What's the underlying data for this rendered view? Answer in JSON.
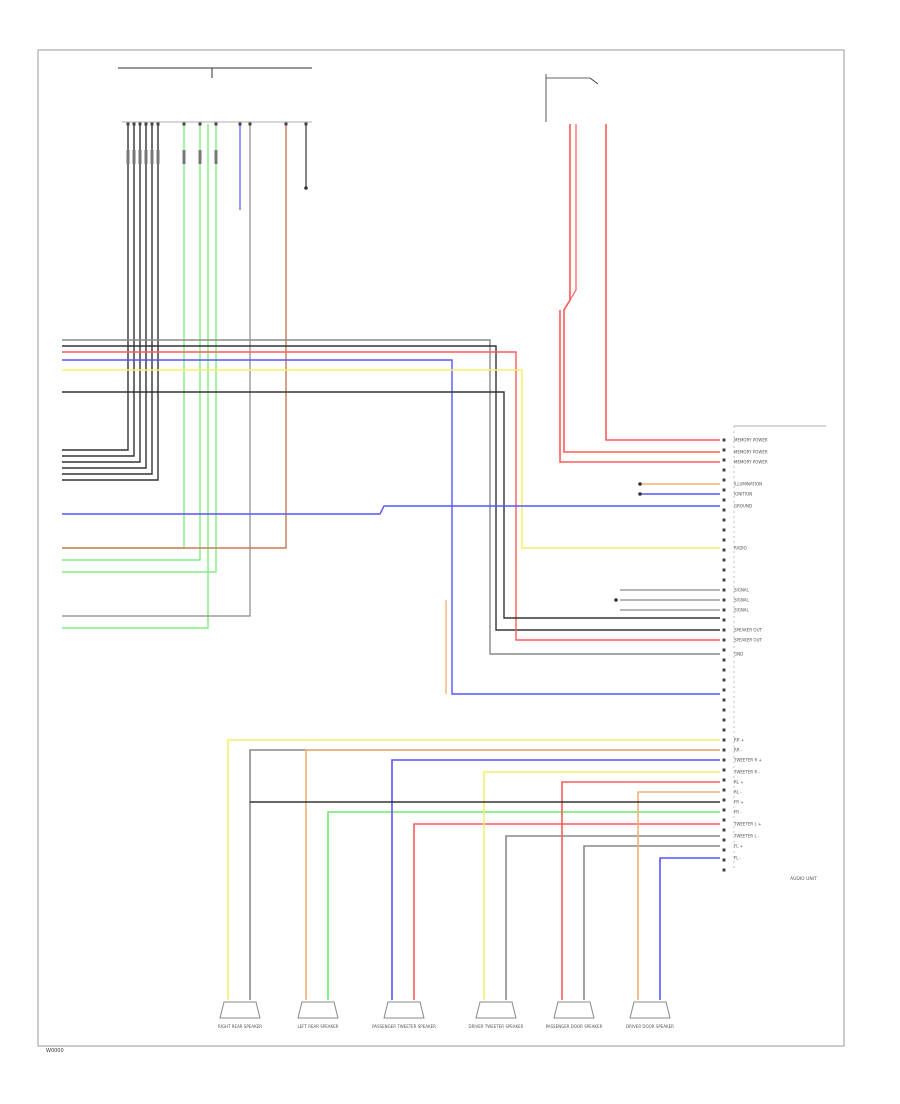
{
  "colors": {
    "black": "#333333",
    "gray": "#8a8a8a",
    "red": "#ff5a5a",
    "blue": "#5555ff",
    "yellow": "#f5f06a",
    "green": "#6ee86e",
    "orange": "#f4b07a",
    "brown": "#c87b55",
    "violet": "#9b6fd0",
    "frame": "#9a9a9a"
  },
  "footer": {
    "code": "W0000"
  },
  "speakers": [
    {
      "label": "RIGHT REAR SPEAKER"
    },
    {
      "label": "LEFT REAR SPEAKER"
    },
    {
      "label": "PASSENGER TWEETER SPEAKER"
    },
    {
      "label": "DRIVER TWEETER SPEAKER"
    },
    {
      "label": "PASSENGER DOOR SPEAKER"
    },
    {
      "label": "DRIVER DOOR SPEAKER"
    }
  ],
  "right_connector_labels": [
    "MEMORY POWER",
    "MEMORY POWER",
    "MEMORY POWER",
    "ILLUMINATION",
    "IGNITION",
    "GROUND",
    "RADIO",
    "SIGNAL",
    "SIGNAL",
    "SIGNAL",
    "SPEAKER OUT",
    "SPEAKER OUT",
    "GND",
    "RR +",
    "RR -",
    "TWEETER R +",
    "TWEETER R -",
    "RL +",
    "RL -",
    "FR +",
    "FR -",
    "TWEETER L +",
    "TWEETER L -",
    "FL +",
    "FL -"
  ],
  "module_label": "AUDIO UNIT"
}
